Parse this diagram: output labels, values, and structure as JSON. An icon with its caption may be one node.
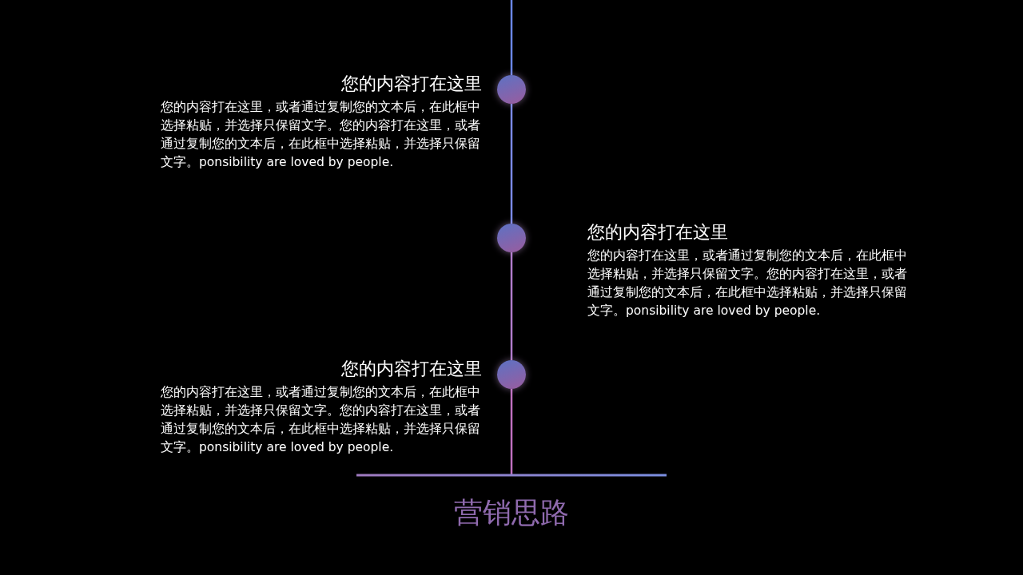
{
  "diagram": {
    "title": "营销思路",
    "nodes": [
      {
        "text": [],
        "shape": "circle",
        "beside": [
          "您的内容打在这里",
          "您的内容打在这里，或者通过复制您的文本后，在此框中选择粘贴，并选择只保留文字。您的内容打在这里，或者通过复制您的文本后，在此框中选择粘贴，并选择只保留文字。ponsibility are loved by people."
        ]
      },
      {
        "text": [],
        "shape": "circle",
        "beside": [
          "您的内容打在这里",
          "您的内容打在这里，或者通过复制您的文本后，在此框中选择粘贴，并选择只保留文字。您的内容打在这里，或者通过复制您的文本后，在此框中选择粘贴，并选择只保留文字。ponsibility are loved by people."
        ]
      },
      {
        "text": [],
        "shape": "circle",
        "beside": [
          "您的内容打在这里",
          "您的内容打在这里，或者通过复制您的文本后，在此框中选择粘贴，并选择只保留文字。您的内容打在这里，或者通过复制您的文本后，在此框中选择粘贴，并选择只保留文字。ponsibility are loved by people."
        ]
      }
    ],
    "edges": [
      {
        "from": 0,
        "to": 1,
        "arrow": "none"
      },
      {
        "from": 1,
        "to": 2,
        "arrow": "none"
      }
    ]
  }
}
